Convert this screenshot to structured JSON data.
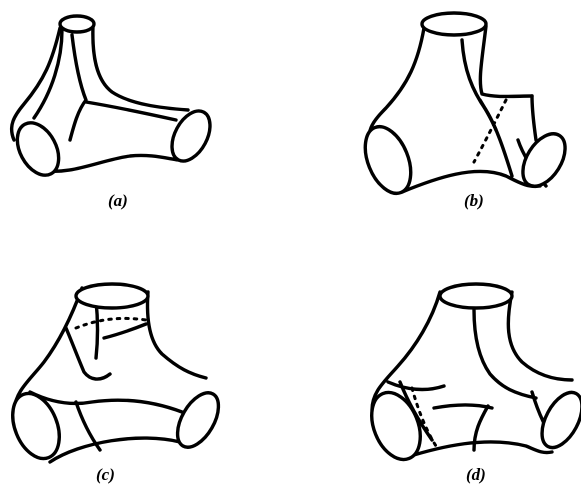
{
  "panels": [
    {
      "id": "a",
      "caption": "(a)"
    },
    {
      "id": "b",
      "caption": "(b)"
    },
    {
      "id": "c",
      "caption": "(c)"
    },
    {
      "id": "d",
      "caption": "(d)"
    }
  ]
}
